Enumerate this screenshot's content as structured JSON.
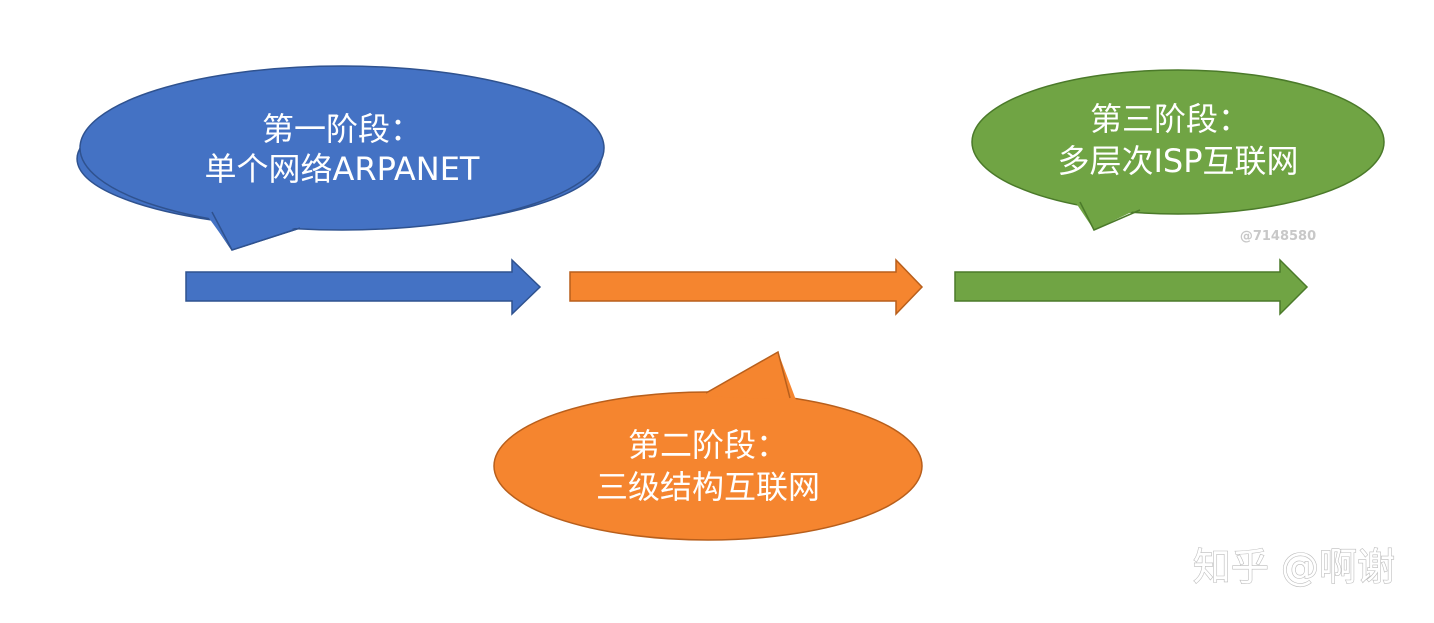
{
  "stages": [
    {
      "title": "第一阶段：",
      "subtitle": "单个网络ARPANET",
      "color": "#4472c4",
      "border": "#2f528f"
    },
    {
      "title": "第二阶段：",
      "subtitle": "三级结构互联网",
      "color": "#f5852f",
      "border": "#b85f1c"
    },
    {
      "title": "第三阶段：",
      "subtitle": "多层次ISP互联网",
      "color": "#70a444",
      "border": "#4b7a2a"
    }
  ],
  "image_id": "@7148580",
  "watermark": "知乎 @啊谢"
}
